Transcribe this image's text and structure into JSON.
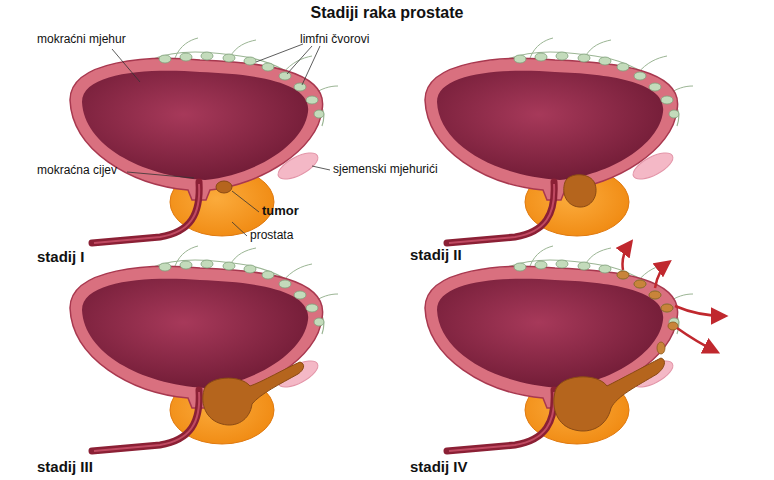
{
  "diagram": {
    "title": "Stadiji raka prostate",
    "labels": [
      "mokraćni mjehur",
      "limfni čvorovi",
      "sjemenski mjehurići",
      "mokraćna cijev",
      "tumor",
      "prostata",
      "stadij I",
      "stadij II",
      "stadij III",
      "stadij IV"
    ]
  }
}
